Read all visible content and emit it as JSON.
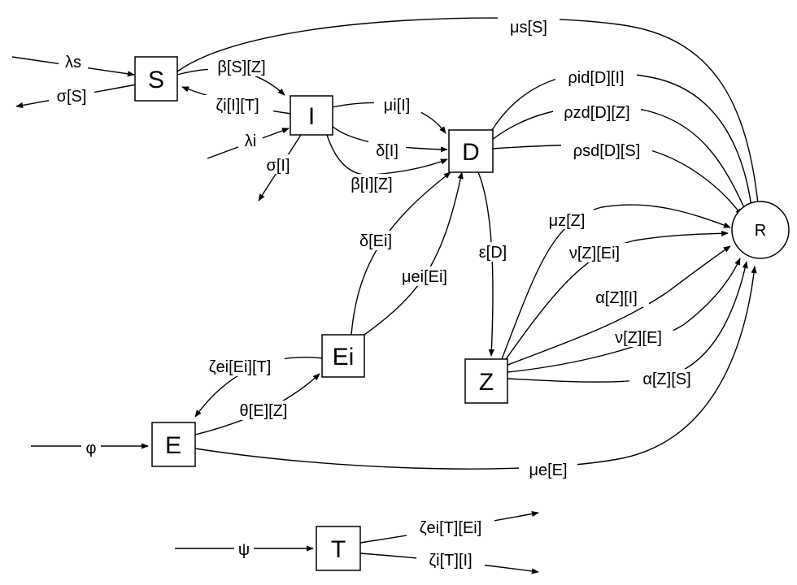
{
  "nodes": {
    "S": "S",
    "I": "I",
    "D": "D",
    "Ei": "Ei",
    "Z": "Z",
    "E": "E",
    "T": "T",
    "R": "R"
  },
  "labels": {
    "lambda_s": "λs",
    "sigma_s": "σ[S]",
    "beta_sz": "β[S][Z]",
    "zeta_iit": "ζi[I][T]",
    "lambda_i": "λi",
    "sigma_i": "σ[I]",
    "mu_i": "μi[I]",
    "delta_i": "δ[I]",
    "beta_iz": "β[I][Z]",
    "mu_s": "μs[S]",
    "rho_id": "ρid[D][I]",
    "rho_zd": "ρzd[D][Z]",
    "rho_sd": "ρsd[D][S]",
    "delta_ei": "δ[Ei]",
    "mu_ei": "μei[Ei]",
    "epsilon_d": "ε[D]",
    "mu_z": "μz[Z]",
    "nu_zei": "ν[Z][Ei]",
    "alpha_zi": "α[Z][I]",
    "nu_ze": "ν[Z][E]",
    "alpha_zs": "α[Z][S]",
    "zeta_eieit": "ζei[Ei][T]",
    "theta_ez": "θ[E][Z]",
    "phi": "φ",
    "mu_e": "μe[E]",
    "psi": "ψ",
    "zeta_eitei": "ζei[T][Ei]",
    "zeta_iti": "ζi[T][I]"
  }
}
